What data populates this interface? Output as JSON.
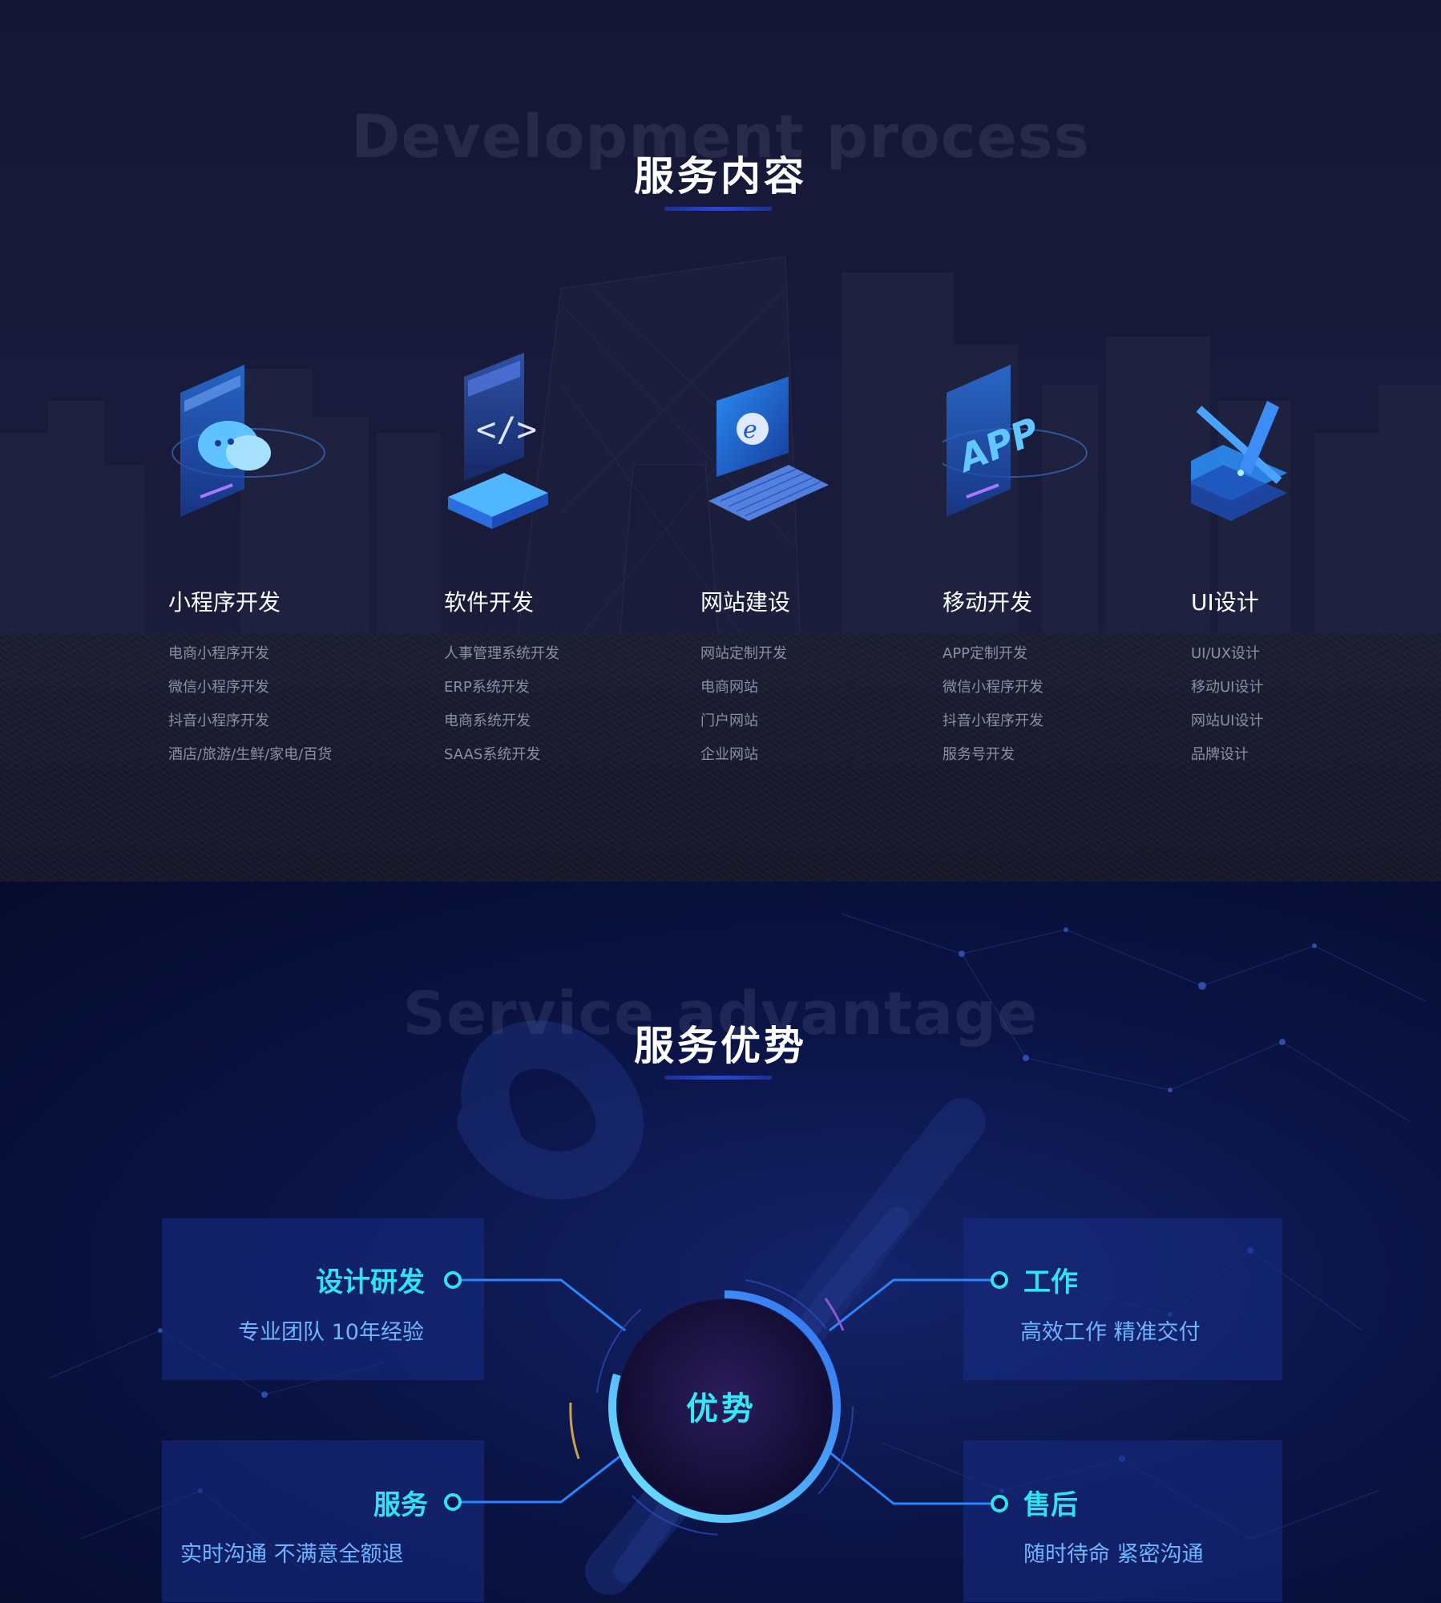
{
  "section_process": {
    "bg_title": "Development process",
    "title": "服务内容",
    "services": [
      {
        "icon": "wechat-mini-program-icon",
        "title": "小程序开发",
        "items": [
          "电商小程序开发",
          "微信小程序开发",
          "抖音小程序开发",
          "酒店/旅游/生鲜/家电/百货"
        ]
      },
      {
        "icon": "code-software-icon",
        "title": "软件开发",
        "items": [
          "人事管理系统开发",
          "ERP系统开发",
          "电商系统开发",
          "SAAS系统开发"
        ]
      },
      {
        "icon": "browser-website-icon",
        "title": "网站建设",
        "items": [
          "网站定制开发",
          "电商网站",
          "门户网站",
          "企业网站"
        ]
      },
      {
        "icon": "app-mobile-icon",
        "title": "移动开发",
        "items": [
          "APP定制开发",
          "微信小程序开发",
          "抖音小程序开发",
          "服务号开发"
        ]
      },
      {
        "icon": "ui-design-pen-icon",
        "title": "UI设计",
        "items": [
          "UI/UX设计",
          "移动UI设计",
          "网站UI设计",
          "品牌设计"
        ]
      }
    ]
  },
  "section_advantage": {
    "bg_title": "Service advantage",
    "title": "服务优势",
    "center_label": "优势",
    "items": [
      {
        "title": "设计研发",
        "desc": "专业团队 10年经验"
      },
      {
        "title": "工作",
        "desc": "高效工作 精准交付"
      },
      {
        "title": "服务",
        "desc": "实时沟通  不满意全额退"
      },
      {
        "title": "售后",
        "desc": "随时待命 紧密沟通"
      }
    ]
  },
  "colors": {
    "accent_cyan": "#2fe3f2",
    "accent_blue": "#6fb4ff",
    "bar_blue": "#2e48c9"
  }
}
